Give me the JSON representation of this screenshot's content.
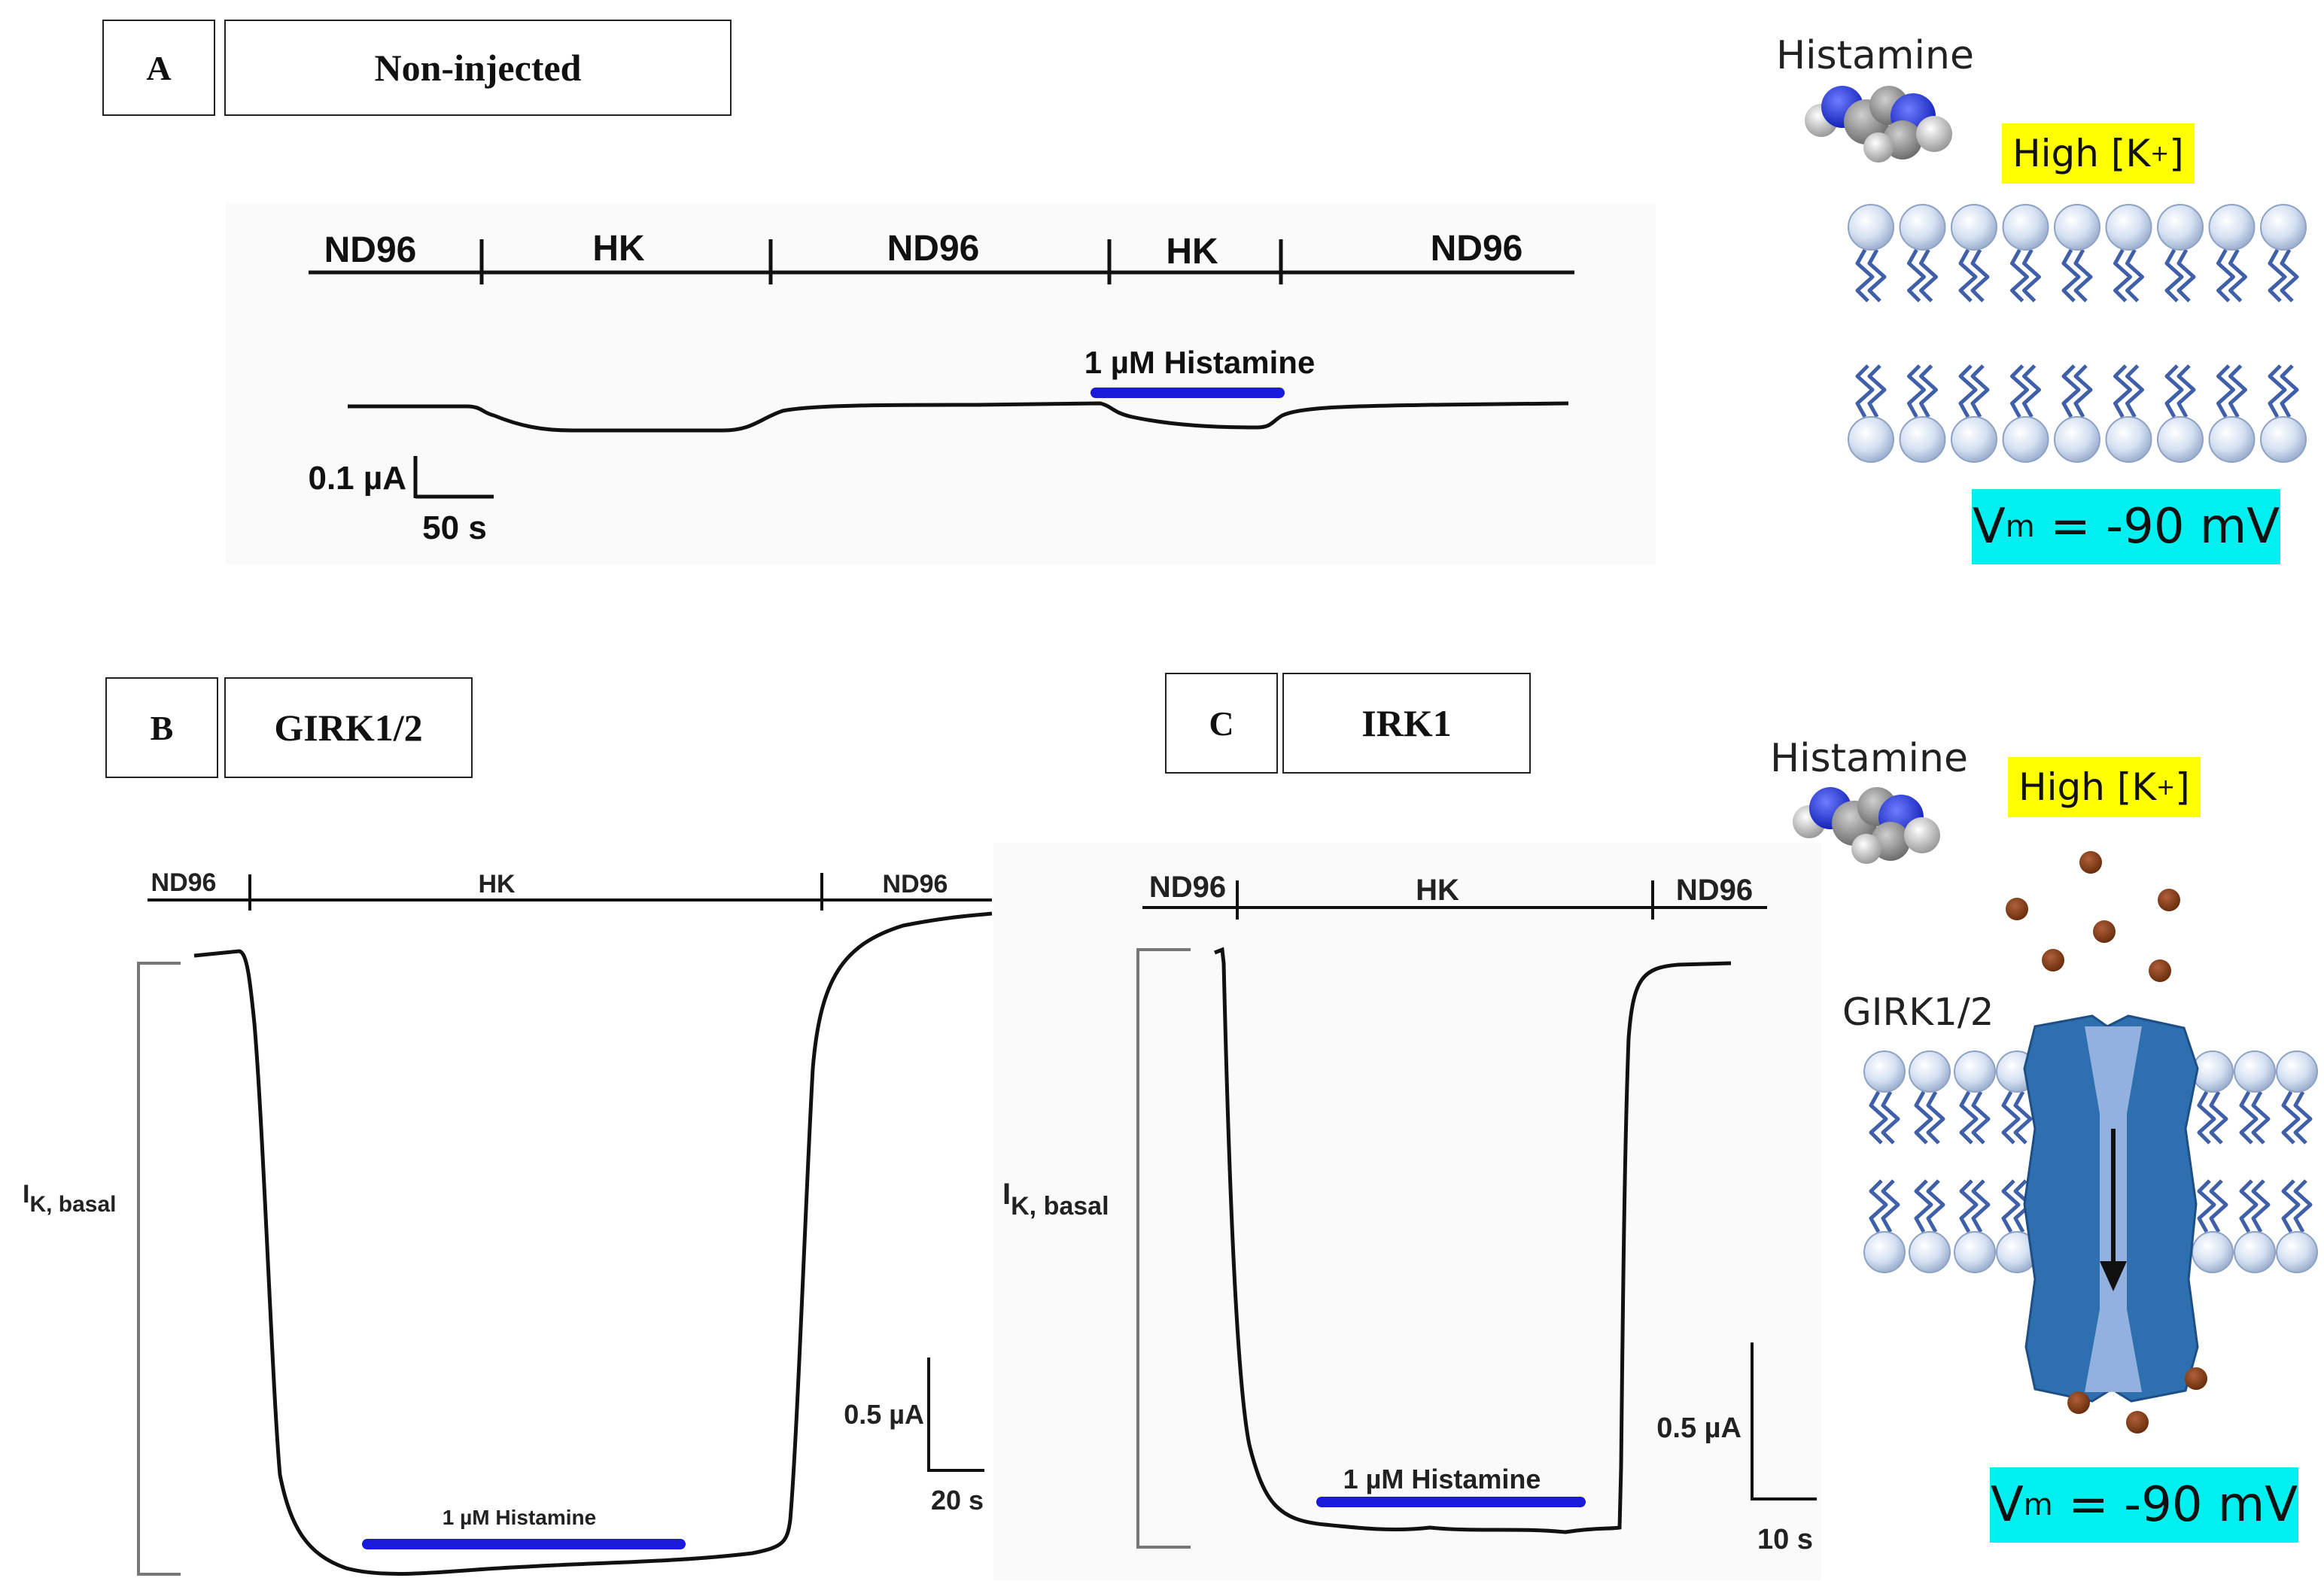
{
  "panel_a": {
    "letter": "A",
    "title": "Non-injected",
    "solutions": [
      "ND96",
      "HK",
      "ND96",
      "HK",
      "ND96"
    ],
    "drug_label": "1 µM Histamine",
    "scale_current": "0.1 µA",
    "scale_time": "50 s"
  },
  "panel_b": {
    "letter": "B",
    "title": "GIRK1/2",
    "solutions": [
      "ND96",
      "HK",
      "ND96"
    ],
    "drug_label": "1 µM Histamine",
    "basal_label_main": "I",
    "basal_label_sub": "K, basal",
    "scale_current": "0.5 µA",
    "scale_time": "20 s"
  },
  "panel_c": {
    "letter": "C",
    "title": "IRK1",
    "solutions": [
      "ND96",
      "HK",
      "ND96"
    ],
    "drug_label": "1 µM Histamine",
    "basal_label_main": "I",
    "basal_label_sub": "K, basal",
    "scale_current": "0.5 µA",
    "scale_time": "10 s"
  },
  "schematic_top": {
    "ligand": "Histamine",
    "bath": "High [K",
    "bath_sup": "+",
    "bath_end": "]",
    "vm_main": "V",
    "vm_sub": "m",
    "vm_rest": " = -90 mV"
  },
  "schematic_bottom": {
    "ligand": "Histamine",
    "bath": "High [K",
    "bath_sup": "+",
    "bath_end": "]",
    "channel": "GIRK1/2",
    "vm_main": "V",
    "vm_sub": "m",
    "vm_rest": " = -90 mV"
  },
  "colors": {
    "trace": "#111111",
    "drug_bar": "#1a1adb",
    "bath_highlight": "#ffff00",
    "vm_highlight": "#00f0f0",
    "lipid_head": "#d8e4f4",
    "lipid_tail": "#3f5fa8",
    "channel": "#2e6fb0",
    "ion": "#7a3a12"
  }
}
